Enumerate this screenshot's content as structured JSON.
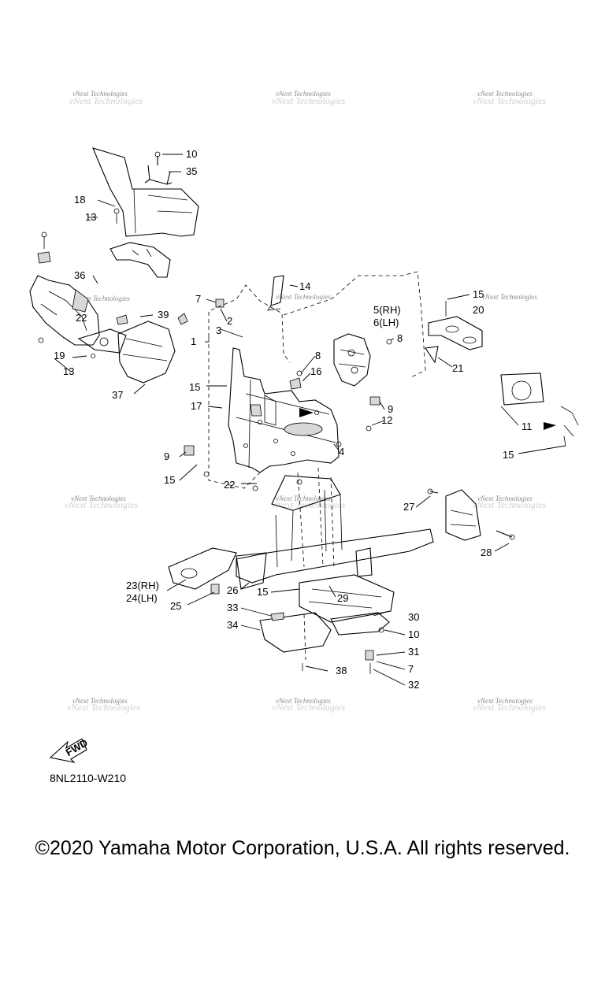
{
  "watermark_text": "vNext Technologies",
  "diagram_code": "8NL2110-W210",
  "copyright": "©2020 Yamaha Motor Corporation, U.S.A. All rights reserved.",
  "fwd_label": "FWD",
  "callouts": {
    "c1": "1",
    "c2": "2",
    "c3": "3",
    "c4": "4",
    "c5": "5(RH)",
    "c6": "6(LH)",
    "c7a": "7",
    "c7b": "7",
    "c8a": "8",
    "c8b": "8",
    "c9a": "9",
    "c9b": "9",
    "c10a": "10",
    "c10b": "10",
    "c11": "11",
    "c12": "12",
    "c13a": "13",
    "c13b": "13",
    "c14": "14",
    "c15a": "15",
    "c15b": "15",
    "c15c": "15",
    "c15d": "15",
    "c15e": "15",
    "c16": "16",
    "c17": "17",
    "c18": "18",
    "c19": "19",
    "c20": "20",
    "c21": "21",
    "c22a": "22",
    "c22b": "22",
    "c23": "23(RH)",
    "c24": "24(LH)",
    "c25": "25",
    "c26": "26",
    "c27": "27",
    "c28": "28",
    "c29": "29",
    "c30": "30",
    "c31": "31",
    "c32": "32",
    "c33": "33",
    "c34": "34",
    "c35": "35",
    "c36": "36",
    "c37": "37",
    "c38": "38",
    "c39": "39"
  }
}
